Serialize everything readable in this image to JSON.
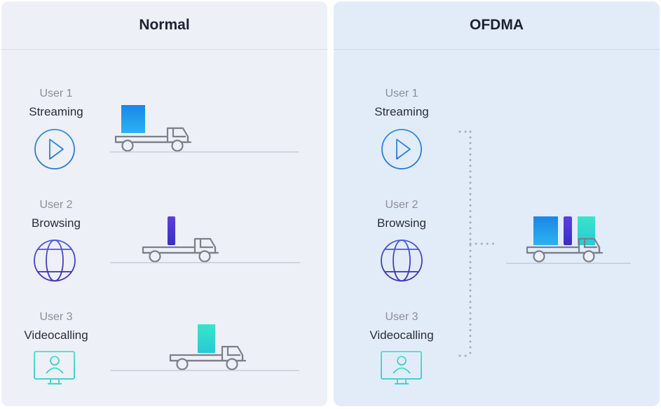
{
  "panels": {
    "normal": {
      "title": "Normal",
      "users": [
        {
          "label": "User 1",
          "activity": "Streaming"
        },
        {
          "label": "User 2",
          "activity": "Browsing"
        },
        {
          "label": "User 3",
          "activity": "Videocalling"
        }
      ]
    },
    "ofdma": {
      "title": "OFDMA",
      "users": [
        {
          "label": "User 1",
          "activity": "Streaming"
        },
        {
          "label": "User 2",
          "activity": "Browsing"
        },
        {
          "label": "User 3",
          "activity": "Videocalling"
        }
      ]
    }
  },
  "icons": {
    "streaming": "play-icon",
    "browsing": "globe-icon",
    "videocalling": "monitor-user-icon",
    "vehicle": "truck-icon"
  },
  "colors": {
    "streaming": "#1e8be6",
    "browsing": "#4a3ad0",
    "videocalling": "#3fd8c6",
    "truck": "#7c7f8a",
    "road": "#c9ccd6"
  }
}
